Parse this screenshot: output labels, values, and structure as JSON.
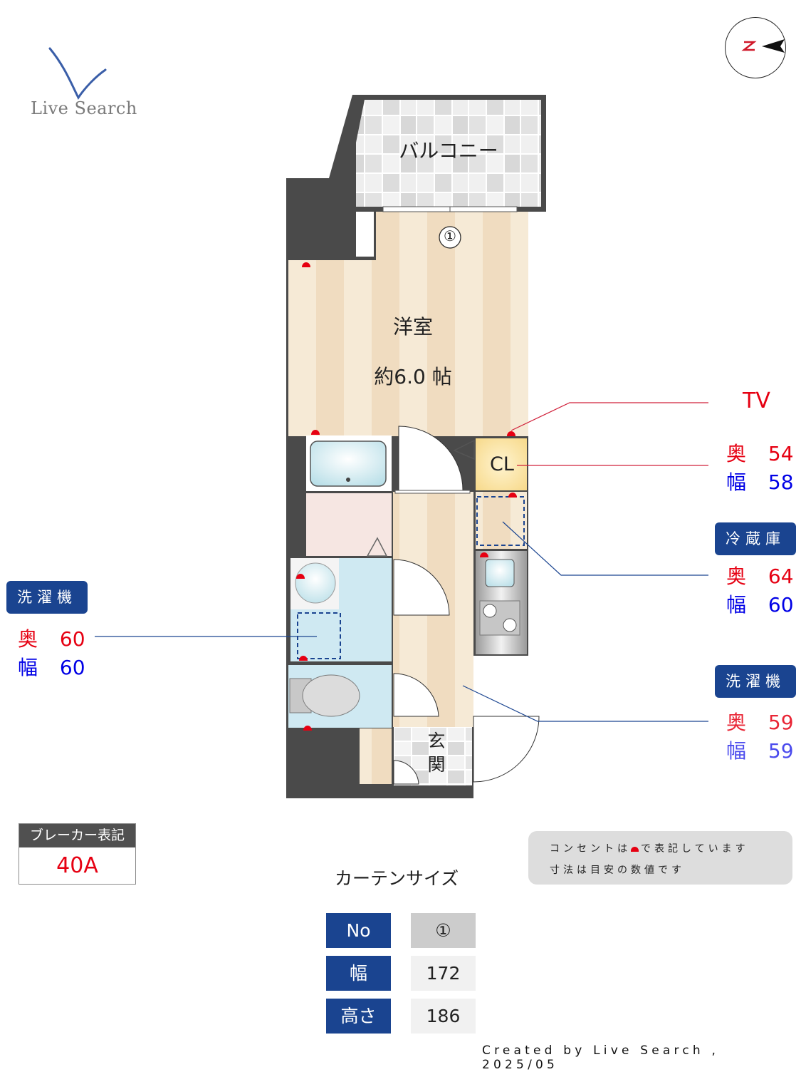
{
  "brand": {
    "logo_text": "Live Search",
    "logo_color": "#3a5ea8"
  },
  "compass": {
    "north_label": "N",
    "north_color": "#d0182a"
  },
  "floorplan": {
    "rooms": {
      "balcony": "バルコニー",
      "western_room": "洋室",
      "western_room_size": "約6.0 帖",
      "closet": "CL",
      "entrance_1": "玄",
      "entrance_2": "関"
    },
    "curtain_marker": "①",
    "colors": {
      "wall": "#4a4a4a",
      "floor_light": "#f6ead6",
      "floor_dark": "#f0dcc0",
      "closet": "#fbe3a0",
      "wet_area": "#cfe9f2",
      "outlet": "#e60012",
      "balcony_tile": "#e8e8e8"
    }
  },
  "callouts": {
    "tv": {
      "title": "TV",
      "depth_key": "奥",
      "depth_value": "54",
      "width_key": "幅",
      "width_value": "58"
    },
    "fridge": {
      "badge": "冷蔵庫",
      "depth_key": "奥",
      "depth_value": "64",
      "width_key": "幅",
      "width_value": "60"
    },
    "washer_left": {
      "badge": "洗濯機",
      "depth_key": "奥",
      "depth_value": "60",
      "width_key": "幅",
      "width_value": "60"
    },
    "washer_right": {
      "badge": "洗濯機",
      "depth_key": "奥",
      "depth_value": "59",
      "width_key": "幅",
      "width_value": "59"
    }
  },
  "breaker": {
    "label": "ブレーカー表記",
    "value": "40A"
  },
  "note": {
    "line1_before": "コンセントは",
    "line1_after": "で表記しています",
    "line2": "寸法は目安の数値です"
  },
  "curtain": {
    "title": "カーテンサイズ",
    "rows": [
      {
        "key": "No",
        "value": "①"
      },
      {
        "key": "幅",
        "value": "172"
      },
      {
        "key": "高さ",
        "value": "186"
      }
    ]
  },
  "footer": {
    "credit": "Created by Live Search , 2025/05"
  }
}
